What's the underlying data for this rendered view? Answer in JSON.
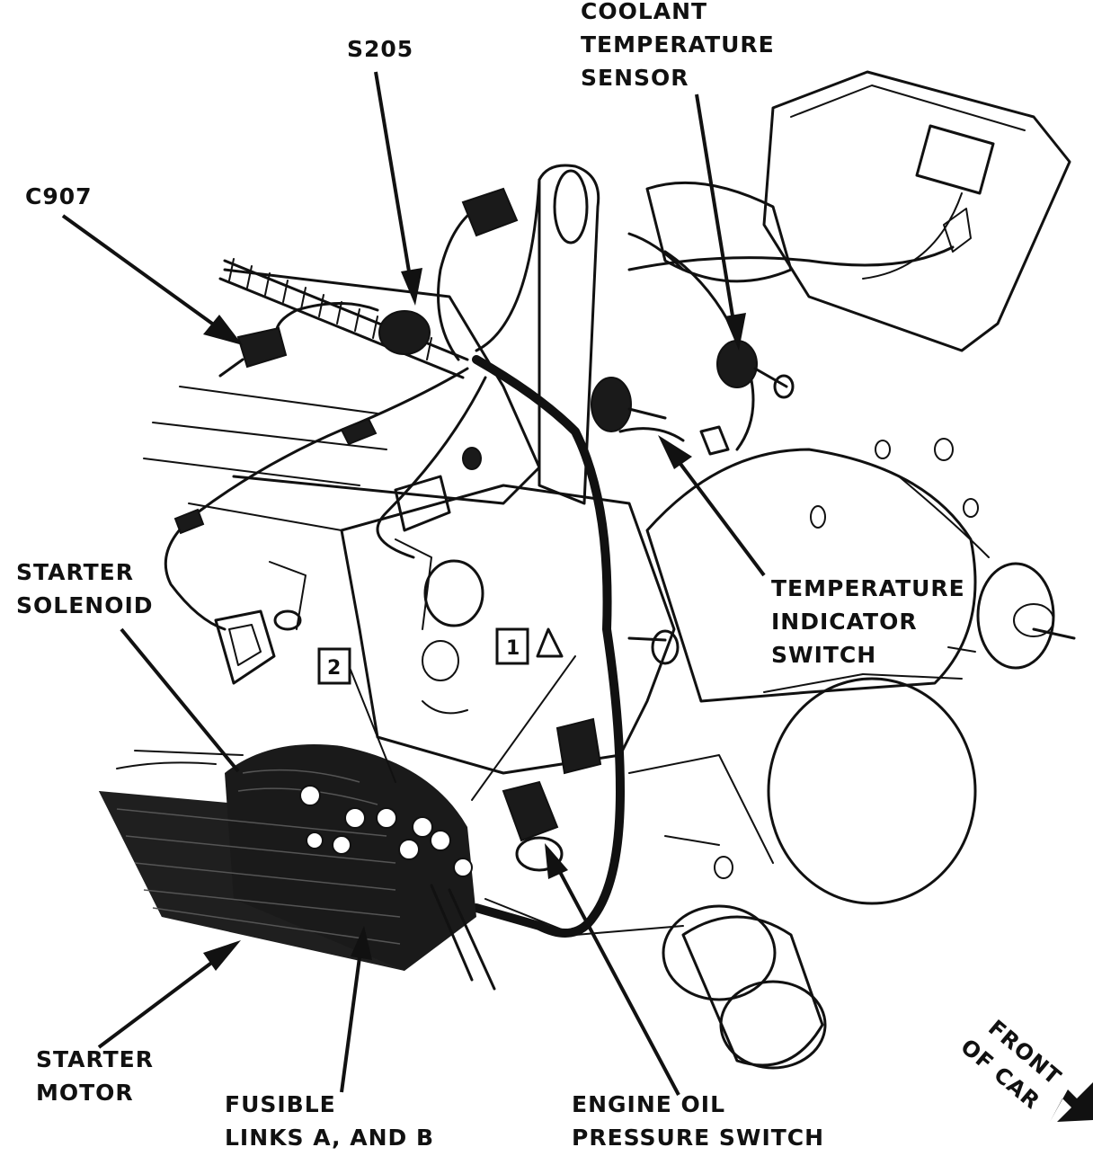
{
  "labels": {
    "coolant_sensor": [
      "COOLANT",
      "TEMPERATURE",
      "SENSOR"
    ],
    "s205": "S205",
    "c907": "C907",
    "starter_solenoid": [
      "STARTER",
      "SOLENOID"
    ],
    "temp_switch": [
      "TEMPERATURE",
      "INDICATOR",
      "SWITCH"
    ],
    "starter_motor": [
      "STARTER",
      "MOTOR"
    ],
    "fusible_links": [
      "FUSIBLE",
      "LINKS A, AND B"
    ],
    "oil_switch": [
      "ENGINE OIL",
      "PRESSURE SWITCH"
    ],
    "front_of_car": [
      "FRONT",
      "OF CAR"
    ]
  },
  "callouts": {
    "box1": "1",
    "box2": "2"
  },
  "icons": {
    "front_arrow": "arrow-down-right-icon"
  }
}
